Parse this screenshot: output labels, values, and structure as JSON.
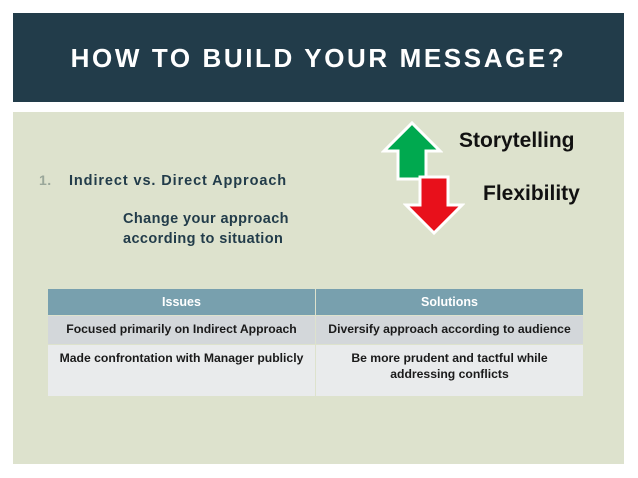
{
  "slide": {
    "title": "HOW TO BUILD YOUR MESSAGE?",
    "background_color": "#ffffff",
    "title_bar_color": "#223c4a",
    "content_panel_color": "#dde2cd"
  },
  "bullets": [
    {
      "number": "1.",
      "heading": "Indirect vs. Direct Approach",
      "sub_line_1": "Change your approach",
      "sub_line_2": "according to situation"
    }
  ],
  "arrows": [
    {
      "icon": "arrow-up-icon",
      "label": "Storytelling",
      "color": "#00a94f",
      "direction": "up"
    },
    {
      "icon": "arrow-down-icon",
      "label": "Flexibility",
      "color": "#e8101b",
      "direction": "down"
    }
  ],
  "table": {
    "headers": [
      "Issues",
      "Solutions"
    ],
    "header_color": "#78a0ae",
    "rows": [
      {
        "issue": "Focused primarily on Indirect Approach",
        "solution": "Diversify approach according to audience"
      },
      {
        "issue": "Made confrontation with Manager publicly",
        "solution": "Be more prudent and tactful while addressing conflicts"
      }
    ]
  }
}
